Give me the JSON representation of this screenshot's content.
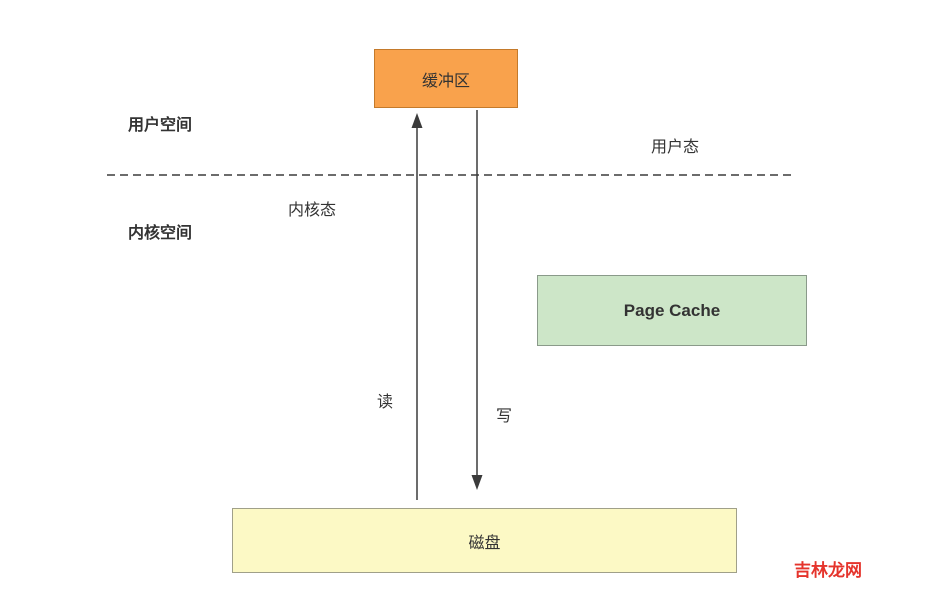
{
  "diagram": {
    "buffer_label": "缓冲区",
    "user_space_label": "用户空间",
    "user_mode_label": "用户态",
    "kernel_mode_label": "内核态",
    "kernel_space_label": "内核空间",
    "page_cache_label": "Page Cache",
    "read_label": "读",
    "write_label": "写",
    "disk_label": "磁盘",
    "watermark": "吉林龙网",
    "colors": {
      "buffer_fill": "#F9A24C",
      "buffer_border": "#C47A2B",
      "page_cache_fill": "#CDE6C8",
      "page_cache_border": "#8A9A8A",
      "disk_fill": "#FCF9C5",
      "disk_border": "#A0A089",
      "line": "#3B3B3B",
      "watermark": "#E5342C"
    }
  }
}
